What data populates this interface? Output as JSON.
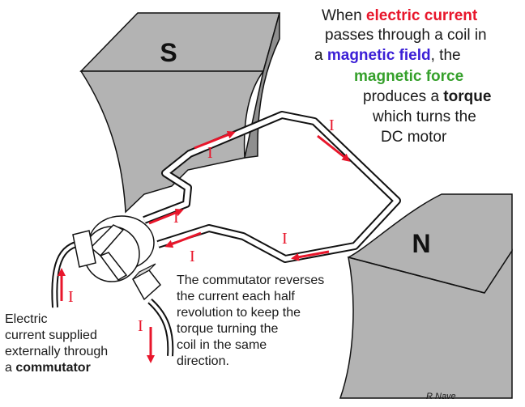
{
  "colors": {
    "magnet": "#b3b3b3",
    "magnet_stroke": "#111111",
    "red": "#e8162b",
    "blue": "#3b1fd6",
    "green": "#35a02b",
    "text": "#1a1a1a"
  },
  "magnets": {
    "south": "S",
    "north": "N"
  },
  "current_symbol": "I",
  "headline": {
    "line1_prefix": "When ",
    "line1_highlight": "electric current",
    "line2": "passes through a  coil in",
    "line3_prefix": "a ",
    "line3_highlight": "magnetic field",
    "line3_suffix": ", the",
    "line4_highlight": "magnetic force",
    "line5_prefix": "produces a ",
    "line5_highlight": "torque",
    "line6": "which turns the",
    "line7": "DC motor"
  },
  "commutator_note": {
    "line1": "The commutator reverses",
    "line2": "the current each half",
    "line3": "revolution to keep the",
    "line4": "torque turning the",
    "line5": "coil in the same",
    "line6": "direction."
  },
  "supply_note": {
    "line1": "Electric",
    "line2": "current supplied",
    "line3": "externally through",
    "line4_prefix": "a ",
    "line4_highlight": "commutator"
  },
  "credit": "R Nave"
}
